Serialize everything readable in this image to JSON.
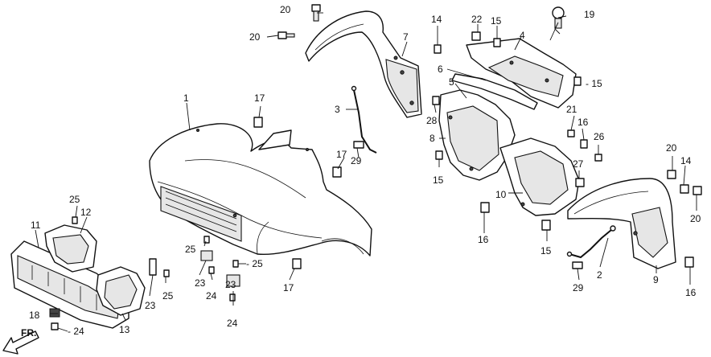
{
  "labels": {
    "l1": "1",
    "l2": "2",
    "l3": "3",
    "l4": "4",
    "l5": "5",
    "l6": "6",
    "l7": "7",
    "l8": "8",
    "l9": "9",
    "l10": "10",
    "l11": "11",
    "l12": "12",
    "l13": "13",
    "l14a": "14",
    "l14b": "14",
    "l15a": "15",
    "l15b": "- 15",
    "l15c": "15",
    "l15d": "15",
    "l16a": "16",
    "l16b": "16",
    "l16c": "16",
    "l17a": "17",
    "l17b": "17",
    "l17c": "17",
    "l18": "18",
    "l19": "19",
    "l20a": "20",
    "l20b": "20",
    "l20c": "20",
    "l20d": "20",
    "l21": "21",
    "l22": "22",
    "l23a": "23",
    "l23b": "23",
    "l23c": "23",
    "l24a": "24",
    "l24b": "24",
    "l24c": "- 24",
    "l25a": "25",
    "l25b": "25",
    "l25c": "- 25",
    "l25d": "25",
    "l26": "26",
    "l27": "27",
    "l28": "28",
    "l29a": "29",
    "l29b": "29"
  },
  "direction": "FR."
}
